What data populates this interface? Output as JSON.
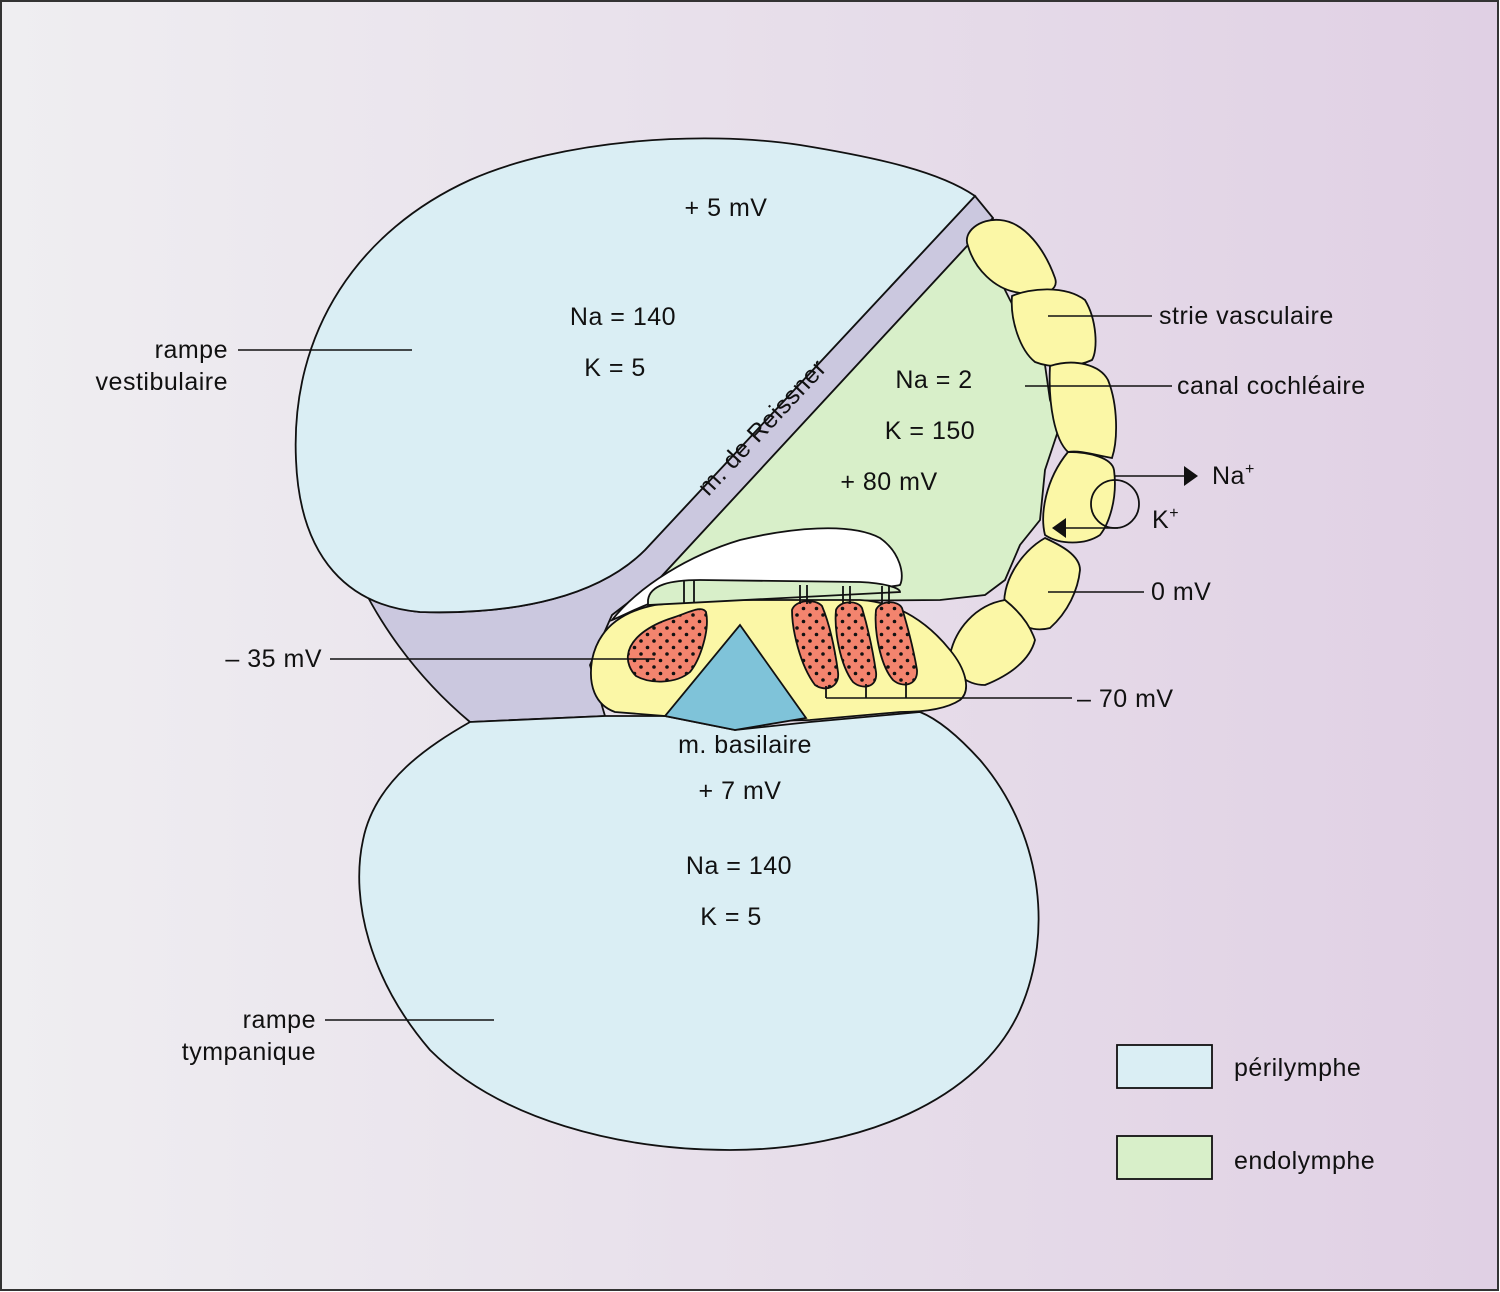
{
  "colors": {
    "background_left": "#efeef1",
    "background_right": "#e0d0e4",
    "perilymph": "#daeef4",
    "endolymph": "#d8efc9",
    "stria_vascularis": "#fbf7a6",
    "reissner_membrane": "#cbc8df",
    "basilar_membrane": "#7fc3d9",
    "hair_cells": "#f3846e",
    "tectorial_membrane": "#ffffff"
  },
  "scala_vestibuli": {
    "label_line1": "rampe",
    "label_line2": "vestibulaire",
    "potential": "+ 5 mV",
    "na": "Na = 140",
    "k": "K = 5"
  },
  "scala_media": {
    "membrane_label": "m. de Reissner",
    "na": "Na = 2",
    "k": "K = 150",
    "potential": "+ 80 mV"
  },
  "right_labels": {
    "stria": "strie vasculaire",
    "canal": "canal cochléaire",
    "na_ion": "Na",
    "na_sup": "+",
    "k_ion": "K",
    "k_sup": "+",
    "stria_potential": "0 mV",
    "hair_cell_potential": "– 70 mV"
  },
  "left_labels": {
    "inner_hair_cell_potential": "– 35 mV"
  },
  "basilar": {
    "label": "m. basilaire"
  },
  "scala_tympani": {
    "label_line1": "rampe",
    "label_line2": "tympanique",
    "potential": "+ 7 mV",
    "na": "Na = 140",
    "k": "K = 5"
  },
  "legend": {
    "items": [
      {
        "label": "périlymphe",
        "color": "#daeef4"
      },
      {
        "label": "endolymphe",
        "color": "#d8efc9"
      }
    ]
  }
}
